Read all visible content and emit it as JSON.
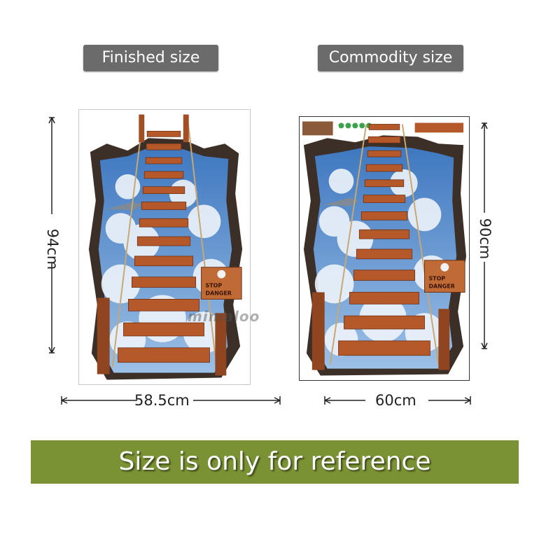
{
  "labels": {
    "finished": "Finished size",
    "commodity": "Commodity size"
  },
  "dimensions": {
    "finished_height": "94cm",
    "finished_width": "58.5cm",
    "commodity_height": "90cm",
    "commodity_width": "60cm"
  },
  "sign": {
    "line1": "STOP",
    "line2": "DANGER"
  },
  "watermark": "mimaloo",
  "banner": "Size is only for reference",
  "colors": {
    "pill_bg": "#6b6b6b",
    "banner_bg": "#7a9234",
    "wood": "#b5582a",
    "sky": "#4f86c8",
    "cloud": "#eef4fb"
  }
}
